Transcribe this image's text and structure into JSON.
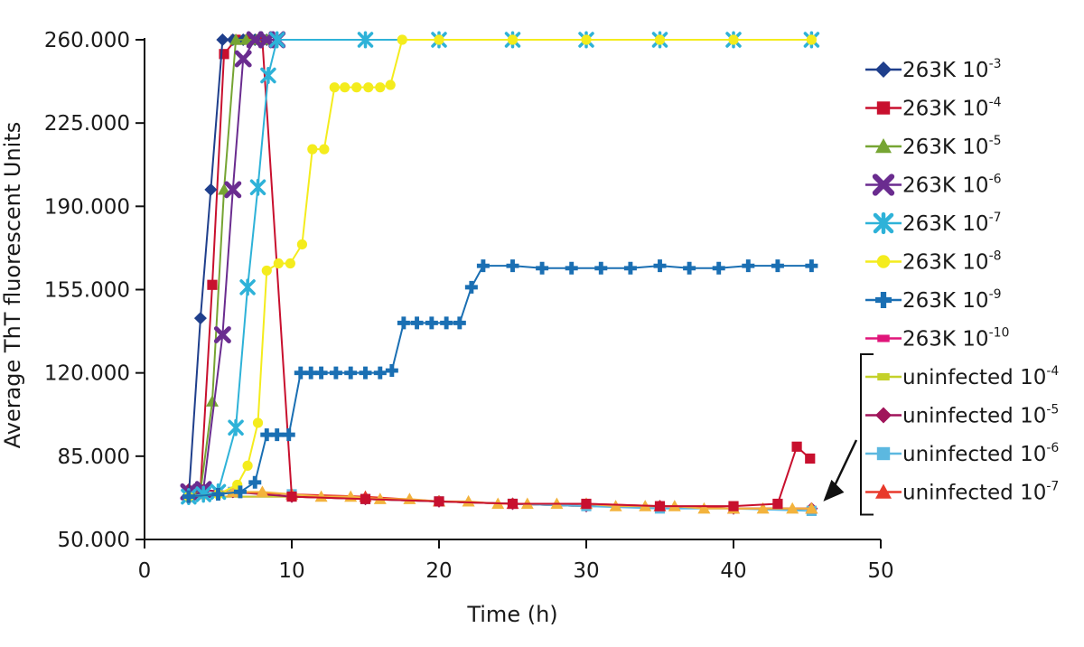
{
  "chart_data": {
    "type": "line",
    "title": "",
    "xlabel": "Time (h)",
    "ylabel": "Average ThT fluorescent  Units",
    "xlim": [
      0,
      50
    ],
    "ylim": [
      50000,
      260000
    ],
    "x_ticks": [
      0,
      10,
      20,
      30,
      40,
      50
    ],
    "y_ticks": [
      50000,
      85000,
      120000,
      155000,
      190000,
      225000,
      260000
    ],
    "x_tick_labels": [
      "0",
      "10",
      "20",
      "30",
      "40",
      "50"
    ],
    "y_tick_labels": [
      "50.000",
      "85.000",
      "120.000",
      "155.000",
      "190.000",
      "225.000",
      "260.000"
    ],
    "grid": false,
    "legend_position": "right",
    "bracket_group": "uninfected",
    "series": [
      {
        "label_base": "263K 10",
        "label_exp": "-3",
        "marker": "diamond",
        "color": "#1f3f8c",
        "points": [
          [
            3,
            68000
          ],
          [
            3.8,
            143000
          ],
          [
            4.5,
            197000
          ],
          [
            5.3,
            260000
          ],
          [
            6,
            260000
          ],
          [
            6.7,
            260000
          ],
          [
            7.5,
            260000
          ],
          [
            8.3,
            260000
          ]
        ]
      },
      {
        "label_base": "263K 10",
        "label_exp": "-4",
        "marker": "square",
        "color": "#c8102e",
        "points": [
          [
            3,
            69000
          ],
          [
            3.8,
            71000
          ],
          [
            4.6,
            157000
          ],
          [
            5.4,
            254000
          ],
          [
            6.2,
            260000
          ],
          [
            7,
            260000
          ],
          [
            8,
            260000
          ],
          [
            10,
            68000
          ],
          [
            15,
            67000
          ],
          [
            20,
            66000
          ],
          [
            25,
            65000
          ],
          [
            30,
            65000
          ],
          [
            35,
            64000
          ],
          [
            40,
            64000
          ],
          [
            43,
            65000
          ],
          [
            44.3,
            89000
          ],
          [
            45.2,
            84000
          ]
        ]
      },
      {
        "label_base": "263K 10",
        "label_exp": "-5",
        "marker": "triangle",
        "color": "#76a533",
        "points": [
          [
            3,
            68000
          ],
          [
            3.8,
            70000
          ],
          [
            4.6,
            108000
          ],
          [
            5.4,
            197000
          ],
          [
            6.2,
            260000
          ],
          [
            6.9,
            260000
          ],
          [
            7.6,
            260000
          ],
          [
            8.3,
            260000
          ]
        ]
      },
      {
        "label_base": "263K 10",
        "label_exp": "-6",
        "marker": "x",
        "color": "#6a2c8f",
        "points": [
          [
            3,
            70000
          ],
          [
            4,
            71000
          ],
          [
            5.3,
            136000
          ],
          [
            6,
            197000
          ],
          [
            6.7,
            252000
          ],
          [
            7.5,
            260000
          ],
          [
            8.3,
            260000
          ],
          [
            9,
            260000
          ]
        ]
      },
      {
        "label_base": "263K 10",
        "label_exp": "-7",
        "marker": "star",
        "color": "#2eb2d8",
        "points": [
          [
            3,
            68000
          ],
          [
            4,
            69000
          ],
          [
            5,
            70000
          ],
          [
            6.2,
            97000
          ],
          [
            7,
            156000
          ],
          [
            7.7,
            198000
          ],
          [
            8.4,
            245000
          ],
          [
            9,
            260000
          ],
          [
            15,
            260000
          ],
          [
            20,
            260000
          ],
          [
            25,
            260000
          ],
          [
            30,
            260000
          ],
          [
            35,
            260000
          ],
          [
            40,
            260000
          ],
          [
            45.3,
            260000
          ]
        ]
      },
      {
        "label_base": "263K 10",
        "label_exp": "-8",
        "marker": "circle",
        "color": "#f4ec1d",
        "points": [
          [
            3,
            68000
          ],
          [
            5,
            69000
          ],
          [
            6.3,
            73000
          ],
          [
            7,
            81000
          ],
          [
            7.7,
            99000
          ],
          [
            8.3,
            163000
          ],
          [
            9.1,
            166000
          ],
          [
            9.9,
            166000
          ],
          [
            10.7,
            174000
          ],
          [
            11.4,
            214000
          ],
          [
            12.2,
            214000
          ],
          [
            12.9,
            240000
          ],
          [
            13.6,
            240000
          ],
          [
            14.4,
            240000
          ],
          [
            15.2,
            240000
          ],
          [
            16,
            240000
          ],
          [
            16.7,
            241000
          ],
          [
            17.5,
            260000
          ],
          [
            20,
            260000
          ],
          [
            25,
            260000
          ],
          [
            30,
            260000
          ],
          [
            35,
            260000
          ],
          [
            40,
            260000
          ],
          [
            45.3,
            260000
          ]
        ]
      },
      {
        "label_base": "263K 10",
        "label_exp": "-9",
        "marker": "plus",
        "color": "#1a6fb3",
        "points": [
          [
            3,
            68000
          ],
          [
            5,
            69000
          ],
          [
            6.5,
            70000
          ],
          [
            7.5,
            74000
          ],
          [
            8.3,
            94000
          ],
          [
            9,
            94000
          ],
          [
            9.8,
            94000
          ],
          [
            10.6,
            120000
          ],
          [
            11.3,
            120000
          ],
          [
            12,
            120000
          ],
          [
            13,
            120000
          ],
          [
            14,
            120000
          ],
          [
            15,
            120000
          ],
          [
            16,
            120000
          ],
          [
            16.8,
            121000
          ],
          [
            17.6,
            141000
          ],
          [
            18.5,
            141000
          ],
          [
            19.5,
            141000
          ],
          [
            20.5,
            141000
          ],
          [
            21.4,
            141000
          ],
          [
            22.2,
            156000
          ],
          [
            23,
            165000
          ],
          [
            25,
            165000
          ],
          [
            27,
            164000
          ],
          [
            29,
            164000
          ],
          [
            31,
            164000
          ],
          [
            33,
            164000
          ],
          [
            35,
            165000
          ],
          [
            37,
            164000
          ],
          [
            39,
            164000
          ],
          [
            41,
            165000
          ],
          [
            43,
            165000
          ],
          [
            45.3,
            165000
          ]
        ]
      },
      {
        "label_base": "263K 10",
        "label_exp": "-10",
        "marker": "dash",
        "color": "#e0157a",
        "points": [
          [
            3,
            68000
          ],
          [
            10,
            68000
          ],
          [
            15,
            67000
          ],
          [
            20,
            66000
          ],
          [
            25,
            65000
          ],
          [
            30,
            64000
          ],
          [
            35,
            64000
          ],
          [
            40,
            63000
          ],
          [
            45.3,
            63000
          ]
        ]
      },
      {
        "label_base": "uninfected 10",
        "label_exp": "-4",
        "marker": "dash",
        "color": "#c4d12a",
        "points": [
          [
            3,
            68000
          ],
          [
            10,
            68000
          ],
          [
            15,
            67000
          ],
          [
            20,
            66000
          ],
          [
            25,
            65000
          ],
          [
            30,
            64000
          ],
          [
            35,
            64000
          ],
          [
            40,
            63000
          ],
          [
            45.3,
            63000
          ]
        ]
      },
      {
        "label_base": "uninfected 10",
        "label_exp": "-5",
        "marker": "diamond",
        "color": "#a0145a",
        "points": [
          [
            3,
            71000
          ],
          [
            6,
            70000
          ],
          [
            10,
            68000
          ],
          [
            15,
            67000
          ],
          [
            20,
            66000
          ],
          [
            25,
            65000
          ],
          [
            30,
            64000
          ],
          [
            35,
            64000
          ],
          [
            40,
            63000
          ],
          [
            45.3,
            63000
          ]
        ]
      },
      {
        "label_base": "uninfected 10",
        "label_exp": "-6",
        "marker": "square",
        "color": "#5cb8e0",
        "points": [
          [
            3,
            69000
          ],
          [
            6,
            70000
          ],
          [
            10,
            69000
          ],
          [
            15,
            67000
          ],
          [
            20,
            66000
          ],
          [
            25,
            65000
          ],
          [
            30,
            64000
          ],
          [
            35,
            63000
          ],
          [
            40,
            63000
          ],
          [
            45.3,
            62000
          ]
        ]
      },
      {
        "label_base": "uninfected 10",
        "label_exp": "-7",
        "marker": "triangle",
        "color": "#e8392b",
        "points": [
          [
            3,
            68000
          ],
          [
            6,
            70000
          ],
          [
            10,
            69000
          ],
          [
            15,
            68000
          ],
          [
            20,
            66000
          ],
          [
            25,
            65000
          ],
          [
            30,
            65000
          ],
          [
            35,
            64000
          ],
          [
            40,
            63000
          ],
          [
            45.3,
            63000
          ]
        ]
      },
      {
        "label_base": "",
        "label_exp": "",
        "marker": "triangle",
        "color": "#f3b33d",
        "points": [
          [
            3,
            68000
          ],
          [
            4,
            69000
          ],
          [
            5,
            70000
          ],
          [
            6,
            70000
          ],
          [
            8,
            70000
          ],
          [
            10,
            69000
          ],
          [
            12,
            68000
          ],
          [
            14,
            68000
          ],
          [
            16,
            67000
          ],
          [
            18,
            67000
          ],
          [
            20,
            66000
          ],
          [
            22,
            66000
          ],
          [
            24,
            65000
          ],
          [
            26,
            65000
          ],
          [
            28,
            65000
          ],
          [
            30,
            65000
          ],
          [
            32,
            64000
          ],
          [
            34,
            64000
          ],
          [
            36,
            64000
          ],
          [
            38,
            63000
          ],
          [
            40,
            63000
          ],
          [
            42,
            63000
          ],
          [
            44,
            63000
          ],
          [
            45.3,
            63000
          ]
        ]
      }
    ]
  }
}
